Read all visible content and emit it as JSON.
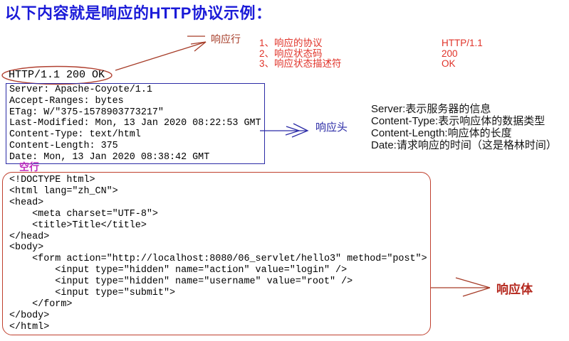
{
  "title": "以下内容就是响应的HTTP协议示例：",
  "annotations": {
    "response_line": "响应行",
    "response_header": "响应头",
    "response_body": "响应体",
    "empty_line": "空行"
  },
  "legend": [
    {
      "label": "1、响应的协议",
      "value": "HTTP/1.1"
    },
    {
      "label": "2、响应状态码",
      "value": "200"
    },
    {
      "label": "3、响应状态描述符",
      "value": "OK"
    }
  ],
  "http": {
    "status_line": "HTTP/1.1 200 OK",
    "headers": [
      "Server: Apache-Coyote/1.1",
      "Accept-Ranges: bytes",
      "ETag: W/\"375-1578903773217\"",
      "Last-Modified: Mon, 13 Jan 2020 08:22:53 GMT",
      "Content-Type: text/html",
      "Content-Length: 375",
      "Date: Mon, 13 Jan 2020 08:38:42 GMT"
    ],
    "body": [
      "<!DOCTYPE html>",
      "<html lang=\"zh_CN\">",
      "<head>",
      "    <meta charset=\"UTF-8\">",
      "    <title>Title</title>",
      "</head>",
      "<body>",
      "    <form action=\"http://localhost:8080/06_servlet/hello3\" method=\"post\">",
      "        <input type=\"hidden\" name=\"action\" value=\"login\" />",
      "        <input type=\"hidden\" name=\"username\" value=\"root\" />",
      "        <input type=\"submit\">",
      "    </form>",
      "</body>",
      "</html>"
    ]
  },
  "notes": [
    "Server:表示服务器的信息",
    "Content-Type:表示响应体的数据类型",
    "Content-Length:响应体的长度",
    "Date:请求响应的时间（这是格林时间）"
  ],
  "colors": {
    "title_blue": "#1b1bd8",
    "header_blue": "#2b2ba6",
    "annotation_red": "#a63c28",
    "legend_red": "#e03228",
    "body_label_red": "#b5281e",
    "empty_line_magenta": "#bf2cbf",
    "body_box_red": "#c0402e",
    "code_black": "#000000"
  }
}
